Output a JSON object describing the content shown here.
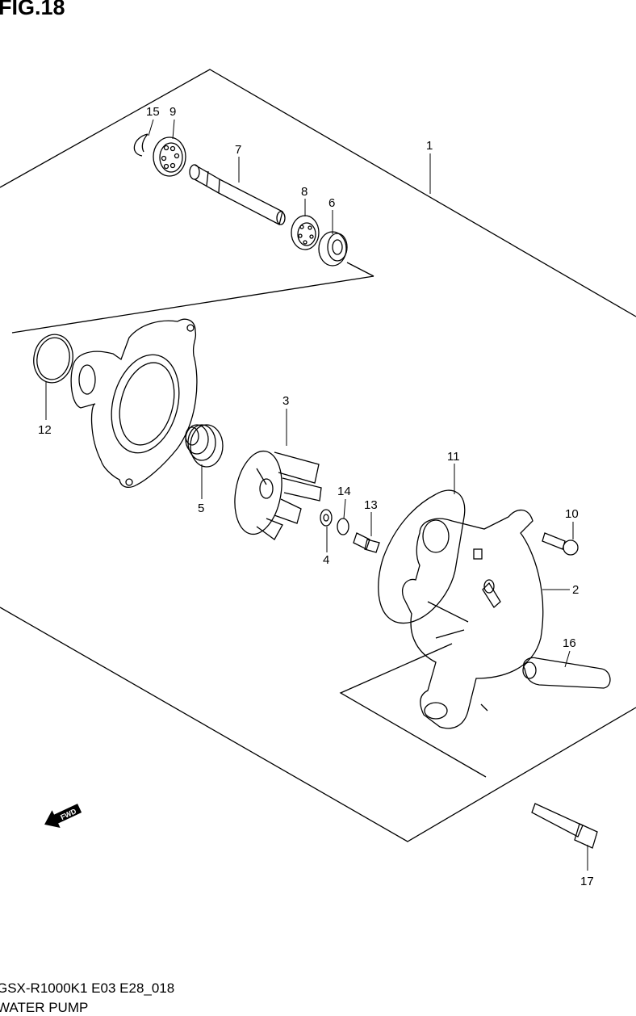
{
  "figure": {
    "title": "FIG.18"
  },
  "callouts": [
    {
      "id": "15",
      "label": "15"
    },
    {
      "id": "9",
      "label": "9"
    },
    {
      "id": "7",
      "label": "7"
    },
    {
      "id": "1",
      "label": "1"
    },
    {
      "id": "8",
      "label": "8"
    },
    {
      "id": "6",
      "label": "6"
    },
    {
      "id": "12",
      "label": "12"
    },
    {
      "id": "3",
      "label": "3"
    },
    {
      "id": "5",
      "label": "5"
    },
    {
      "id": "11",
      "label": "11"
    },
    {
      "id": "14",
      "label": "14"
    },
    {
      "id": "13",
      "label": "13"
    },
    {
      "id": "10",
      "label": "10"
    },
    {
      "id": "4",
      "label": "4"
    },
    {
      "id": "2",
      "label": "2"
    },
    {
      "id": "16",
      "label": "16"
    },
    {
      "id": "17",
      "label": "17"
    }
  ],
  "direction_arrow": {
    "label": "FWD",
    "icon": "forward-arrow-icon"
  },
  "footer": {
    "model_code": "GSX-R1000K1 E03 E28_018",
    "assembly_name": "WATER PUMP"
  }
}
